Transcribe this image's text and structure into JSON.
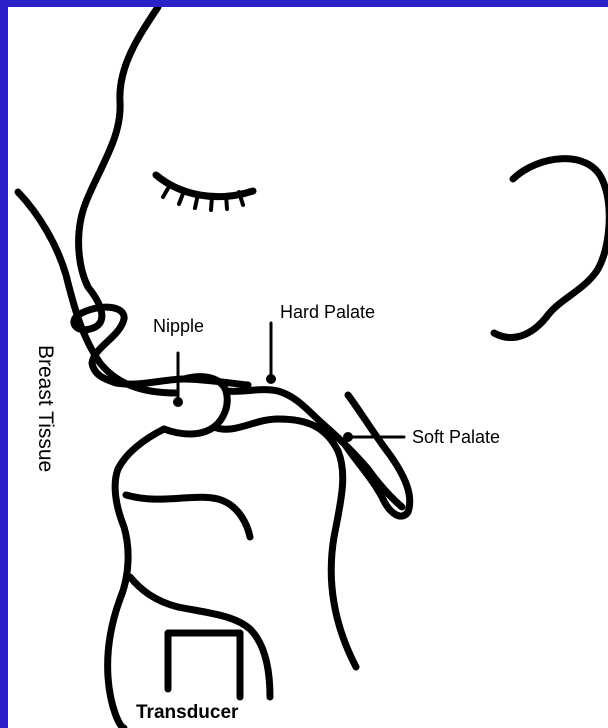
{
  "diagram": {
    "labels": {
      "nipple": "Nipple",
      "hard_palate": "Hard Palate",
      "soft_palate": "Soft Palate",
      "breast_tissue": "Breast Tissue",
      "transducer": "Transducer"
    },
    "colors": {
      "border": "#2a20c8",
      "background": "#ffffff",
      "ink": "#000000"
    }
  }
}
